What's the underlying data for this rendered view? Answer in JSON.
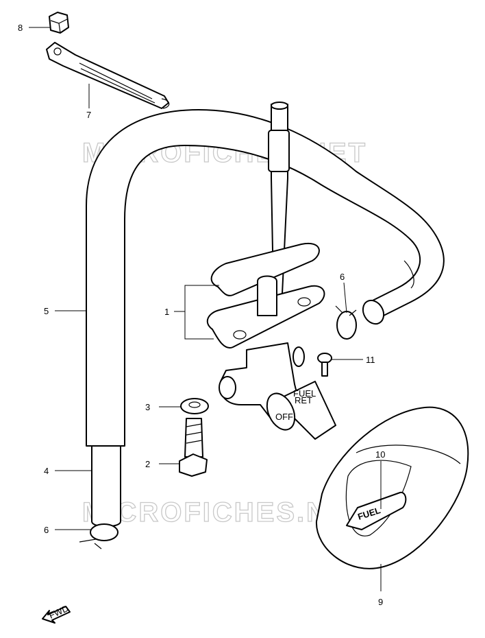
{
  "watermark": "MICROFICHES.NET",
  "callouts": {
    "c1": "1",
    "c2": "2",
    "c3": "3",
    "c4": "4",
    "c5": "5",
    "c6a": "6",
    "c6b": "6",
    "c7": "7",
    "c8": "8",
    "c9": "9",
    "c10": "10",
    "c11": "11"
  },
  "cap_label": "FUEL",
  "valve_label_top": "FUEL",
  "valve_label_sub": "RET",
  "valve_label_off": "OFF",
  "fwd_label": "FWD",
  "colors": {
    "line": "#000000",
    "watermark": "#c8c8c8",
    "background": "#ffffff"
  }
}
